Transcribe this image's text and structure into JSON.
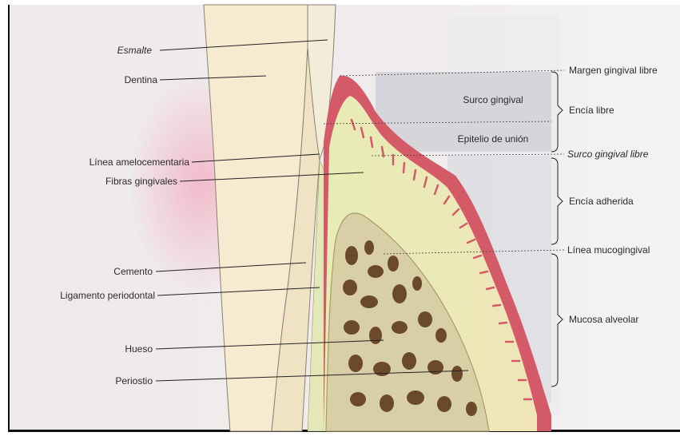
{
  "labels": {
    "esmalte": "Esmalte",
    "dentina": "Dentina",
    "linea_amelocementaria": "Línea amelocementaria",
    "fibras_gingivales": "Fibras gingivales",
    "cemento": "Cemento",
    "ligamento_periodontal": "Ligamento periodontal",
    "hueso": "Hueso",
    "periostio": "Periostio",
    "surco_gingival": "Surco gingival",
    "epitelio_de_union": "Epitelio de unión",
    "margen_gingival_libre": "Margen gingival libre",
    "encia_libre": "Encía libre",
    "surco_gingival_libre": "Surco gingival libre",
    "encia_adherida": "Encía adherida",
    "linea_mucogingival": "Línea mucogingival",
    "mucosa_alveolar": "Mucosa alveolar"
  },
  "colors": {
    "page_background": "#ffffff",
    "diagram_background": "#f1ecec",
    "enamel": "#f3ecd8",
    "dentin": "#f6ead0",
    "gingiva": "#d45a68",
    "connective_fibers": "#ecebb7",
    "bone": "#d9cfa6",
    "bone_marrow": "#6b4a2c",
    "label_box": "#d6d6da",
    "leader_line": "#222222"
  }
}
